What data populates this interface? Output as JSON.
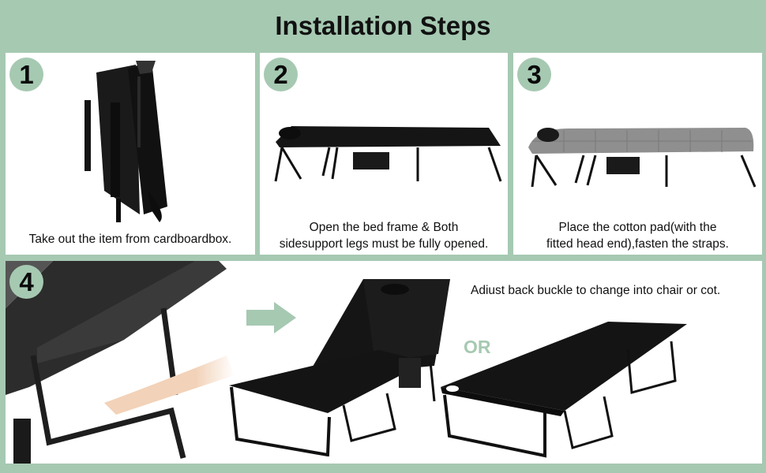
{
  "header": {
    "title": "Installation Steps"
  },
  "colors": {
    "accent": "#a6c9b2",
    "background_panel": "#ffffff",
    "text": "#111111",
    "product": "#111111",
    "pad": "#8a8a8a"
  },
  "steps": [
    {
      "number": "1",
      "caption": "Take out the item from cardboardbox.",
      "image": "folded-cot"
    },
    {
      "number": "2",
      "caption_line1": "Open the bed frame & Both",
      "caption_line2": "sidesupport legs must be fully opened.",
      "image": "open-cot-frame"
    },
    {
      "number": "3",
      "caption_line1": "Place the cotton pad(with the",
      "caption_line2": "fitted head end),fasten the straps.",
      "image": "cot-with-pad"
    },
    {
      "number": "4",
      "note": "Adiust back buckle to change into chair or cot.",
      "or_label": "OR",
      "images": [
        "hand-adjusting-buckle",
        "arrow-right",
        "lounge-chair-mode",
        "flat-cot-mode"
      ]
    }
  ]
}
